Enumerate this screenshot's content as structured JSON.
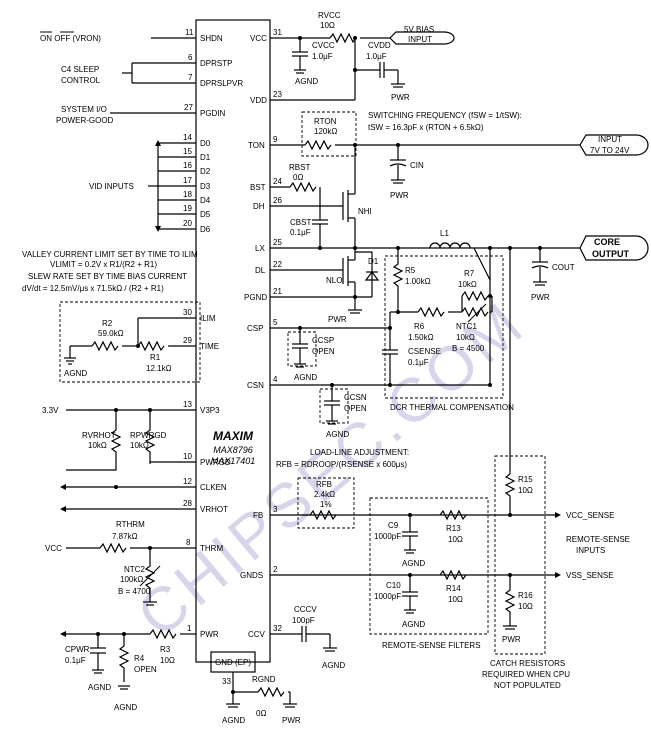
{
  "chip": {
    "brand": "MAXIM",
    "part1": "MAX8796",
    "part2": "MAX17401",
    "gnd_label": "GND (EP)",
    "gnd_pin": "33",
    "left_pins": [
      {
        "num": "11",
        "name": "SHDN"
      },
      {
        "num": "6",
        "name": "DPRSTP"
      },
      {
        "num": "7",
        "name": "DPRSLPVR"
      },
      {
        "num": "27",
        "name": "PGDIN"
      },
      {
        "num": "14",
        "name": "D0"
      },
      {
        "num": "15",
        "name": "D1"
      },
      {
        "num": "16",
        "name": "D2"
      },
      {
        "num": "17",
        "name": "D3"
      },
      {
        "num": "18",
        "name": "D4"
      },
      {
        "num": "19",
        "name": "D5"
      },
      {
        "num": "20",
        "name": "D6"
      },
      {
        "num": "30",
        "name": "ILIM"
      },
      {
        "num": "29",
        "name": "TIME"
      },
      {
        "num": "13",
        "name": "V3P3"
      },
      {
        "num": "10",
        "name": "PWRGD"
      },
      {
        "num": "12",
        "name": "CLKEN"
      },
      {
        "num": "28",
        "name": "VRHOT"
      },
      {
        "num": "8",
        "name": "THRM"
      },
      {
        "num": "1",
        "name": "PWR"
      }
    ],
    "right_pins": [
      {
        "num": "31",
        "name": "VCC"
      },
      {
        "num": "23",
        "name": "VDD"
      },
      {
        "num": "9",
        "name": "TON"
      },
      {
        "num": "24",
        "name": "BST"
      },
      {
        "num": "26",
        "name": "DH"
      },
      {
        "num": "25",
        "name": "LX"
      },
      {
        "num": "22",
        "name": "DL"
      },
      {
        "num": "21",
        "name": "PGND"
      },
      {
        "num": "5",
        "name": "CSP"
      },
      {
        "num": "4",
        "name": "CSN"
      },
      {
        "num": "3",
        "name": "FB"
      },
      {
        "num": "2",
        "name": "GNDS"
      },
      {
        "num": "32",
        "name": "CCV"
      }
    ]
  },
  "left_labels": {
    "on_off": "ON  OFF  (VRON)",
    "c4_sleep": "C4 SLEEP",
    "control": "CONTROL",
    "system_io": "SYSTEM I/O",
    "power_good": "POWER-GOOD",
    "vid_inputs": "VID INPUTS",
    "valley1": "VALLEY CURRENT LIMIT SET BY TIME TO ILIM",
    "valley2": "VLIMIT = 0.2V x R1/(R2 + R1)",
    "valley3": "SLEW RATE SET BY TIME BIAS CURRENT",
    "valley4": "dV/dt = 12.5mV/μs x 71.5kΩ / (R2 + R1)",
    "v33": "3.3V",
    "vcc_in": "VCC",
    "cpwr_out": "CPWR"
  },
  "components": {
    "rvcc": "RVCC",
    "rvcc_val": "10Ω",
    "cvcc": "CVCC",
    "cvcc_val": "1.0μF",
    "cvdd": "CVDD",
    "cvdd_val": "1.0μF",
    "rton": "RTON",
    "rton_val": "120kΩ",
    "rbst": "RBST",
    "rbst_val": "0Ω",
    "cbst": "CBST",
    "cbst_val": "0.1μF",
    "cin": "CIN",
    "nhi": "NHI",
    "nlo": "NLO",
    "d1": "D1",
    "l1": "L1",
    "r5": "R5",
    "r5_val": "1.00kΩ",
    "r7": "R7",
    "r7_val": "10kΩ",
    "r6": "R6",
    "r6_val": "1.50kΩ",
    "ntc1": "NTC1",
    "ntc1_val": "10kΩ",
    "ntc1_b": "B = 4500",
    "csense": "CSENSE",
    "csense_val": "0.1μF",
    "ccsp": "CCSP",
    "ccsp_val": "OPEN",
    "ccsn": "CCSN",
    "ccsn_val": "OPEN",
    "cout": "COUT",
    "r2": "R2",
    "r2_val": "59.0kΩ",
    "r1": "R1",
    "r1_val": "12.1kΩ",
    "rvrhot": "RVRHOT",
    "rvrhot_val": "10kΩ",
    "rpwrgd": "RPWRGD",
    "rpwrgd_val": "10kΩ",
    "rthrm": "RTHRM",
    "rthrm_val": "7.87kΩ",
    "ntc2": "NTC2",
    "ntc2_val": "100kΩ",
    "ntc2_b": "B = 4700",
    "r3": "R3",
    "r3_val": "10Ω",
    "cpwr_val": "0.1μF",
    "r4": "R4",
    "r4_val": "OPEN",
    "rfb": "RFB",
    "rfb_val": "2.4kΩ",
    "rfb_tol": "1%",
    "c9": "C9",
    "c9_val": "1000pF",
    "r13": "R13",
    "r13_val": "10Ω",
    "c10": "C10",
    "c10_val": "1000pF",
    "r14": "R14",
    "r14_val": "10Ω",
    "r15": "R15",
    "r15_val": "10Ω",
    "r16": "R16",
    "r16_val": "10Ω",
    "cccv": "CCCV",
    "cccv_val": "100pF",
    "rgnd": "RGND",
    "rgnd_val": "0Ω"
  },
  "right_labels": {
    "bias_input": "5V BIAS",
    "bias_input2": "INPUT",
    "sw_freq1": "SWITCHING FREQUENCY (fSW = 1/tSW):",
    "sw_freq2": "tSW = 16.3pF x (RTON + 6.5kΩ)",
    "input_title": "INPUT",
    "input_range": "7V TO 24V",
    "core1": "CORE",
    "core2": "OUTPUT",
    "dcr": "DCR THERMAL COMPENSATION",
    "loadline1": "LOAD-LINE ADJUSTMENT:",
    "loadline2": "RFB = RDROOP/(RSENSE x 600μs)",
    "vcc_sense": "VCC_SENSE",
    "vss_sense": "VSS_SENSE",
    "remote_sense_inputs1": "REMOTE-SENSE",
    "remote_sense_inputs2": "INPUTS",
    "remote_filters": "REMOTE-SENSE FILTERS",
    "catch1": "CATCH RESISTORS",
    "catch2": "REQUIRED WHEN CPU",
    "catch3": "NOT POPULATED"
  },
  "grounds": {
    "agnd": "AGND",
    "pwr": "PWR"
  },
  "watermark": "CHIPSEC.COM"
}
